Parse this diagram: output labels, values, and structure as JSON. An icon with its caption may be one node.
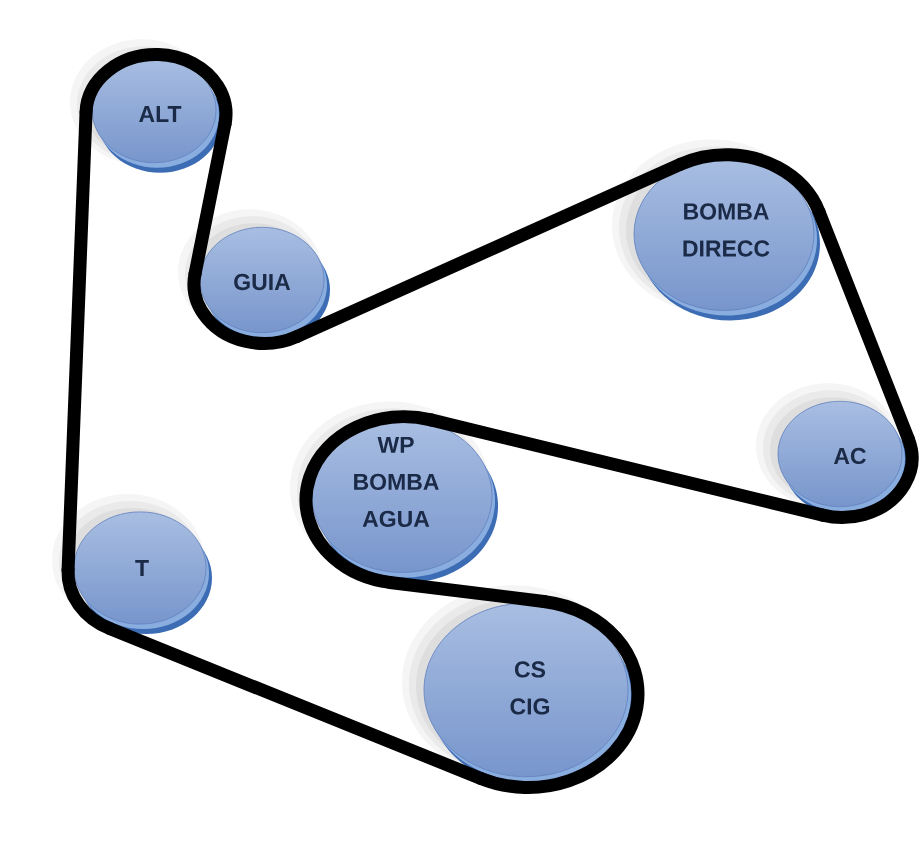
{
  "diagram": {
    "nodes": [
      {
        "text": [
          "ALT"
        ]
      },
      {
        "text": [
          "GUIA"
        ]
      },
      {
        "text": [
          "BOMBA DIRECC"
        ]
      },
      {
        "text": [
          "AC"
        ]
      },
      {
        "text": [
          "WP BOMBA AGUA"
        ]
      },
      {
        "text": [
          "T"
        ]
      },
      {
        "text": [
          "CS CIG"
        ]
      }
    ],
    "edges": [
      {
        "from": 0,
        "to": 1,
        "arrow": "none"
      },
      {
        "from": 1,
        "to": 2,
        "arrow": "none"
      },
      {
        "from": 2,
        "to": 3,
        "arrow": "none"
      },
      {
        "from": 3,
        "to": 4,
        "arrow": "none"
      },
      {
        "from": 4,
        "to": 6,
        "arrow": "none"
      },
      {
        "from": 6,
        "to": 5,
        "arrow": "none"
      },
      {
        "from": 5,
        "to": 0,
        "arrow": "none"
      }
    ]
  }
}
